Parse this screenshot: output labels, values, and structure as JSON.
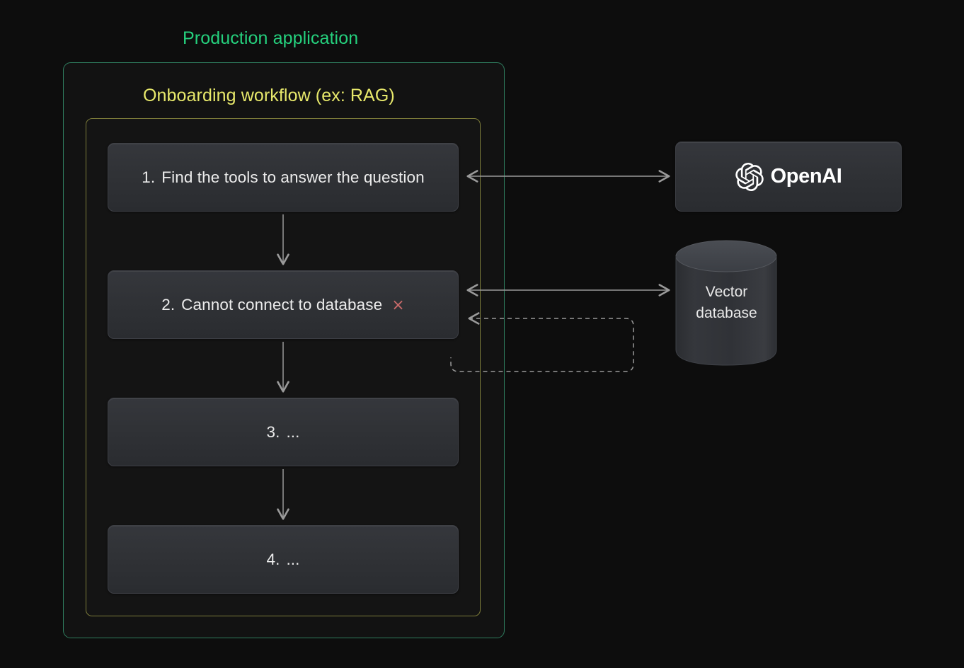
{
  "diagram": {
    "type": "flow-diagram",
    "background_color": "#0d0d0d",
    "outer_group": {
      "label": "Production application",
      "color": "#25d07d",
      "border_color": "#2f7d5e"
    },
    "inner_group": {
      "label": "Onboarding workflow (ex: RAG)",
      "color": "#e7e86b",
      "border_color": "#7d7c3a"
    },
    "steps": [
      {
        "number": "1.",
        "text": "Find the tools to answer the question",
        "status": "",
        "status_color": ""
      },
      {
        "number": "2.",
        "text": "Cannot connect to database",
        "status": "×",
        "status_color": "#c96a6a"
      },
      {
        "number": "3.",
        "text": "...",
        "status": "",
        "status_color": ""
      },
      {
        "number": "4.",
        "text": "...",
        "status": "",
        "status_color": ""
      }
    ],
    "external_nodes": [
      {
        "id": "openai",
        "label": "OpenAI",
        "icon": "openai-blossom-icon",
        "shape": "card"
      },
      {
        "id": "vector-db",
        "label_line1": "Vector",
        "label_line2": "database",
        "icon": "database-cylinder-icon",
        "shape": "cylinder"
      }
    ],
    "connectors": [
      {
        "from": "step-1",
        "to": "openai",
        "style": "solid",
        "arrows": "both"
      },
      {
        "from": "step-2",
        "to": "vector-db",
        "style": "solid",
        "arrows": "both"
      },
      {
        "from": "retry-loop",
        "to": "step-2",
        "style": "dashed",
        "arrows": "end"
      },
      {
        "from": "step-1",
        "to": "step-2",
        "style": "solid",
        "arrows": "end",
        "orientation": "vertical"
      },
      {
        "from": "step-2",
        "to": "step-3",
        "style": "solid",
        "arrows": "end",
        "orientation": "vertical"
      },
      {
        "from": "step-3",
        "to": "step-4",
        "style": "solid",
        "arrows": "end",
        "orientation": "vertical"
      }
    ],
    "connector_color": "#9a9a9a"
  }
}
